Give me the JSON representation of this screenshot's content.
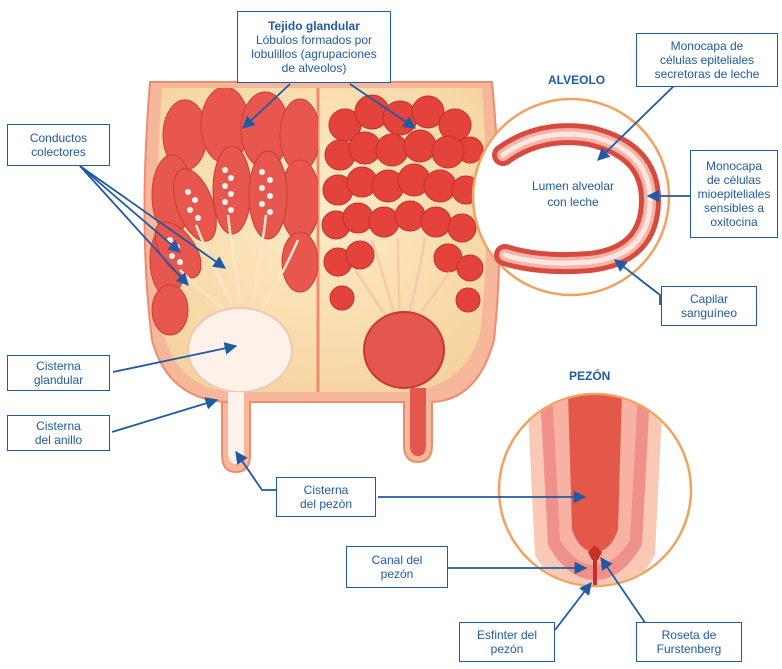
{
  "labels": {
    "tejido": {
      "title": "Tejido glandular",
      "lines": [
        "Lóbulos formados por",
        "lobulillos (agrupaciones",
        "de alveolos)"
      ]
    },
    "conductos": [
      "Conductos",
      "colectores"
    ],
    "cisterna_glandular": [
      "Cisterna",
      "glandular"
    ],
    "cisterna_anillo": [
      "Cisterna",
      "del anillo"
    ],
    "cisterna_pezon": [
      "Cisterna",
      "del pezón"
    ],
    "monocapa_secretoras": [
      "Monocapa de",
      "células epiteliales",
      "secretoras de leche"
    ],
    "monocapa_mioepiteliales": [
      "Monocapa",
      "de células",
      "mioepiteliales",
      "sensibles a",
      "oxitocina"
    ],
    "capilar": [
      "Capilar",
      "sanguíneo"
    ],
    "canal": [
      "Canal del",
      "pezón"
    ],
    "esfinter": [
      "Esfinter del",
      "pezón"
    ],
    "roseta": [
      "Roseta de",
      "Furstenberg"
    ]
  },
  "headings": {
    "alveolo": "ALVEOLO",
    "pezon": "PEZÓN"
  },
  "inner": {
    "lumen": [
      "Lumen alveolar",
      "con leche"
    ]
  },
  "colors": {
    "accent": "#1f5aa6",
    "tissue": "#e8463e",
    "fat": "#fbe1b8",
    "skin": "#f7b79a",
    "cistern_milk": "#fdf1ea",
    "circle_border": "#f2a25c"
  }
}
